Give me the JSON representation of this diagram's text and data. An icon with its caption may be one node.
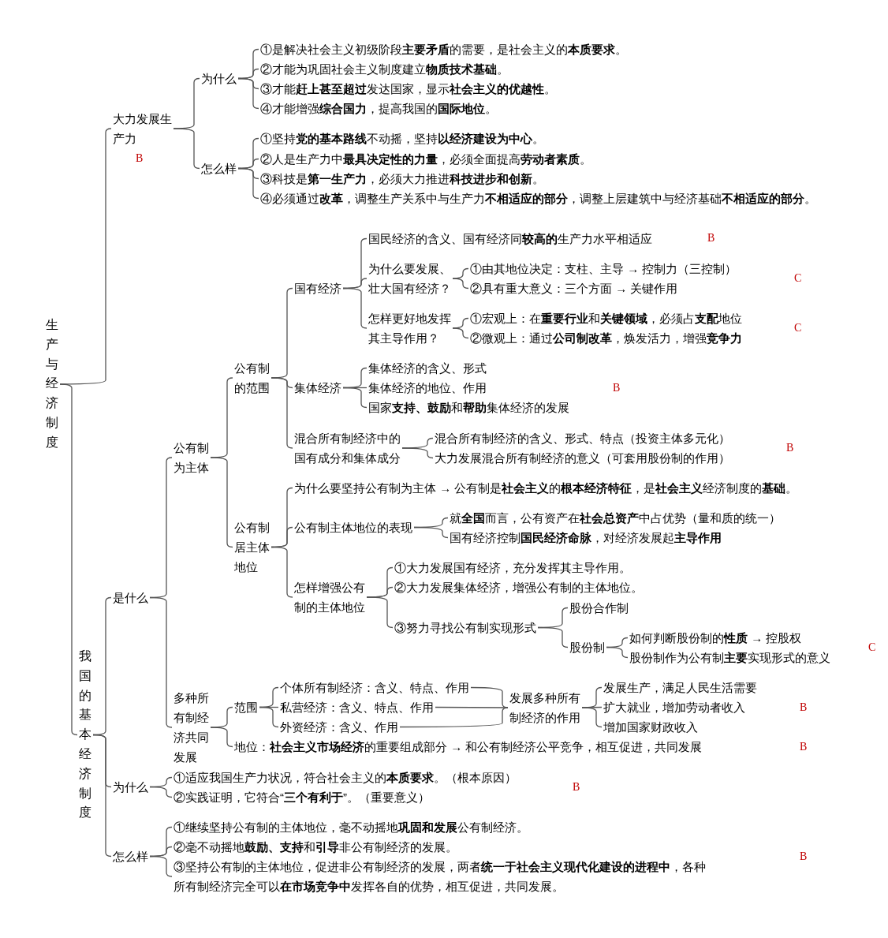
{
  "diagram": {
    "nodes": [
      {
        "text": [
          "生产与经济制度"
        ]
      },
      {
        "text": [
          "大力发展生产力"
        ]
      },
      {
        "text": [
          "为什么"
        ]
      },
      {
        "text": [
          "①是解决社会主义初级阶段**主要矛盾**的需要，是社会主义的**本质要求**。"
        ]
      },
      {
        "text": [
          "②才能为巩固社会主义制度建立**物质技术基础**。"
        ]
      },
      {
        "text": [
          "③才能**赶上甚至超过**发达国家，显示**社会主义的优越性**。"
        ]
      },
      {
        "text": [
          "④才能增强**综合国力**，提高我国的**国际地位**。"
        ]
      },
      {
        "text": [
          "怎么样"
        ]
      },
      {
        "text": [
          "①坚持**党的基本路线**不动摇，坚持**以经济建设为中心**。"
        ]
      },
      {
        "text": [
          "②人是生产力中**最具决定性的力量**，必须全面提高**劳动者素质**。"
        ]
      },
      {
        "text": [
          "③科技是**第一生产力**，必须大力推进**科技进步和创新**。"
        ]
      },
      {
        "text": [
          "④必须通过**改革**，调整生产关系中与生产力**不相适应的部分**，调整上层建筑中与经济基础**不相适应的部分**。"
        ]
      },
      {
        "text": [
          "我国的基本经济制度"
        ]
      },
      {
        "text": [
          "是什么"
        ]
      },
      {
        "text": [
          "公有制为主体"
        ]
      },
      {
        "text": [
          "公有制的范围"
        ]
      },
      {
        "text": [
          "国有经济"
        ]
      },
      {
        "text": [
          "国民经济的含义、国有经济同**较高的**生产力水平相适应"
        ]
      },
      {
        "text": [
          "为什么要发展、壮大国有经济？"
        ]
      },
      {
        "text": [
          "①由其地位决定：支柱、主导 → 控制力（三控制）"
        ]
      },
      {
        "text": [
          "②具有重大意义：三个方面 → 关键作用"
        ]
      },
      {
        "text": [
          "怎样更好地发挥其主导作用？"
        ]
      },
      {
        "text": [
          "①宏观上：在**重要行业**和**关键领域**，必须占**支配**地位"
        ]
      },
      {
        "text": [
          "②微观上：通过**公司制改革**，焕发活力，增强**竞争力**"
        ]
      },
      {
        "text": [
          "集体经济"
        ]
      },
      {
        "text": [
          "集体经济的含义、形式"
        ]
      },
      {
        "text": [
          "集体经济的地位、作用"
        ]
      },
      {
        "text": [
          "国家**支持、鼓励**和**帮助**集体经济的发展"
        ]
      },
      {
        "text": [
          "混合所有制经济中的国有成分和集体成分"
        ]
      },
      {
        "text": [
          "混合所有制经济的含义、形式、特点（投资主体多元化）"
        ]
      },
      {
        "text": [
          "大力发展混合所有制经济的意义（可套用股份制的作用）"
        ]
      },
      {
        "text": [
          "公有制居主体地位"
        ]
      },
      {
        "text": [
          "为什么要坚持公有制为主体 → 公有制是**社会主义**的**根本经济特征**，是**社会主义**经济制度的**基础**。"
        ]
      },
      {
        "text": [
          "公有制主体地位的表现"
        ]
      },
      {
        "text": [
          "就**全国**而言，公有资产在**社会总资产**中占优势（量和质的统一）"
        ]
      },
      {
        "text": [
          "国有经济控制**国民经济命脉**，对经济发展起**主导作用**"
        ]
      },
      {
        "text": [
          "怎样增强公有制的主体地位"
        ]
      },
      {
        "text": [
          "①大力发展国有经济，充分发挥其主导作用。"
        ]
      },
      {
        "text": [
          "②大力发展集体经济，增强公有制的主体地位。"
        ]
      },
      {
        "text": [
          "③努力寻找公有制实现形式"
        ]
      },
      {
        "text": [
          "股份合作制"
        ]
      },
      {
        "text": [
          "股份制"
        ]
      },
      {
        "text": [
          "如何判断股份制的**性质** → 控股权"
        ]
      },
      {
        "text": [
          "股份制作为公有制**主要**实现形式的意义"
        ]
      },
      {
        "text": [
          "多种所有制经济共同发展"
        ]
      },
      {
        "text": [
          "范围"
        ]
      },
      {
        "text": [
          "个体所有制经济：含义、特点、作用"
        ]
      },
      {
        "text": [
          "私营经济：含义、特点、作用"
        ]
      },
      {
        "text": [
          "外资经济：含义、作用"
        ]
      },
      {
        "text": [
          "发展多种所有制经济的作用"
        ]
      },
      {
        "text": [
          "发展生产，满足人民生活需要"
        ]
      },
      {
        "text": [
          "扩大就业，增加劳动者收入"
        ]
      },
      {
        "text": [
          "增加国家财政收入"
        ]
      },
      {
        "text": [
          "地位：**社会主义市场经济**的重要组成部分 → 和公有制经济公平竞争，相互促进，共同发展"
        ]
      },
      {
        "text": [
          "为什么"
        ]
      },
      {
        "text": [
          "①适应我国生产力状况，符合社会主义的**本质要求**。（根本原因）"
        ]
      },
      {
        "text": [
          "②实践证明，它符合“**三个有利于**”。（重要意义）"
        ]
      },
      {
        "text": [
          "怎么样"
        ]
      },
      {
        "text": [
          "①继续坚持公有制的主体地位，毫不动摇地**巩固和发展**公有制经济。"
        ]
      },
      {
        "text": [
          "②毫不动摇地**鼓励、支持**和**引导**非公有制经济的发展。"
        ]
      },
      {
        "text": [
          "③坚持公有制的主体地位，促进非公有制经济的发展，两者**统一于社会主义现代化建设的进程中**，各种所有制经济完全可以**在市场竞争中**发挥各自的优势，相互促进，共同发展。"
        ]
      }
    ],
    "edges": [
      {
        "from": 0,
        "to": 1,
        "arrow": "none"
      },
      {
        "from": 0,
        "to": 12,
        "arrow": "none"
      },
      {
        "from": 1,
        "to": 2,
        "arrow": "none"
      },
      {
        "from": 1,
        "to": 7,
        "arrow": "none"
      },
      {
        "from": 2,
        "to": 3,
        "arrow": "none"
      },
      {
        "from": 2,
        "to": 4,
        "arrow": "none"
      },
      {
        "from": 2,
        "to": 5,
        "arrow": "none"
      },
      {
        "from": 2,
        "to": 6,
        "arrow": "none"
      },
      {
        "from": 7,
        "to": 8,
        "arrow": "none"
      },
      {
        "from": 7,
        "to": 9,
        "arrow": "none"
      },
      {
        "from": 7,
        "to": 10,
        "arrow": "none"
      },
      {
        "from": 7,
        "to": 11,
        "arrow": "none"
      },
      {
        "from": 12,
        "to": 13,
        "arrow": "none"
      },
      {
        "from": 12,
        "to": 54,
        "arrow": "none"
      },
      {
        "from": 12,
        "to": 57,
        "arrow": "none"
      },
      {
        "from": 13,
        "to": 14,
        "arrow": "none"
      },
      {
        "from": 13,
        "to": 44,
        "arrow": "none"
      },
      {
        "from": 14,
        "to": 15,
        "arrow": "none"
      },
      {
        "from": 14,
        "to": 31,
        "arrow": "none"
      },
      {
        "from": 15,
        "to": 16,
        "arrow": "none"
      },
      {
        "from": 15,
        "to": 24,
        "arrow": "none"
      },
      {
        "from": 15,
        "to": 28,
        "arrow": "none"
      },
      {
        "from": 16,
        "to": 17,
        "arrow": "none"
      },
      {
        "from": 16,
        "to": 18,
        "arrow": "none"
      },
      {
        "from": 16,
        "to": 21,
        "arrow": "none"
      },
      {
        "from": 18,
        "to": 19,
        "arrow": "none"
      },
      {
        "from": 18,
        "to": 20,
        "arrow": "none"
      },
      {
        "from": 21,
        "to": 22,
        "arrow": "none"
      },
      {
        "from": 21,
        "to": 23,
        "arrow": "none"
      },
      {
        "from": 24,
        "to": 25,
        "arrow": "none"
      },
      {
        "from": 24,
        "to": 26,
        "arrow": "none"
      },
      {
        "from": 24,
        "to": 27,
        "arrow": "none"
      },
      {
        "from": 28,
        "to": 29,
        "arrow": "none"
      },
      {
        "from": 28,
        "to": 30,
        "arrow": "none"
      },
      {
        "from": 31,
        "to": 32,
        "arrow": "none"
      },
      {
        "from": 31,
        "to": 33,
        "arrow": "none"
      },
      {
        "from": 31,
        "to": 36,
        "arrow": "none"
      },
      {
        "from": 33,
        "to": 34,
        "arrow": "none"
      },
      {
        "from": 33,
        "to": 35,
        "arrow": "none"
      },
      {
        "from": 36,
        "to": 37,
        "arrow": "none"
      },
      {
        "from": 36,
        "to": 38,
        "arrow": "none"
      },
      {
        "from": 36,
        "to": 39,
        "arrow": "none"
      },
      {
        "from": 39,
        "to": 40,
        "arrow": "none"
      },
      {
        "from": 39,
        "to": 41,
        "arrow": "none"
      },
      {
        "from": 41,
        "to": 42,
        "arrow": "none"
      },
      {
        "from": 41,
        "to": 43,
        "arrow": "none"
      },
      {
        "from": 44,
        "to": 45,
        "arrow": "none"
      },
      {
        "from": 44,
        "to": 53,
        "arrow": "none"
      },
      {
        "from": 45,
        "to": 46,
        "arrow": "none"
      },
      {
        "from": 45,
        "to": 47,
        "arrow": "none"
      },
      {
        "from": 45,
        "to": 48,
        "arrow": "none"
      },
      {
        "from": 46,
        "to": 49,
        "arrow": "none"
      },
      {
        "from": 47,
        "to": 49,
        "arrow": "none"
      },
      {
        "from": 48,
        "to": 49,
        "arrow": "none"
      },
      {
        "from": 49,
        "to": 50,
        "arrow": "none"
      },
      {
        "from": 49,
        "to": 51,
        "arrow": "none"
      },
      {
        "from": 49,
        "to": 52,
        "arrow": "none"
      },
      {
        "from": 54,
        "to": 55,
        "arrow": "none"
      },
      {
        "from": 54,
        "to": 56,
        "arrow": "none"
      },
      {
        "from": 57,
        "to": 58,
        "arrow": "none"
      },
      {
        "from": 57,
        "to": 59,
        "arrow": "none"
      },
      {
        "from": 57,
        "to": 60,
        "arrow": "none"
      }
    ],
    "labels": [
      "B",
      "B",
      "C",
      "C",
      "B",
      "B",
      "C",
      "B",
      "B",
      "B",
      "B"
    ]
  }
}
